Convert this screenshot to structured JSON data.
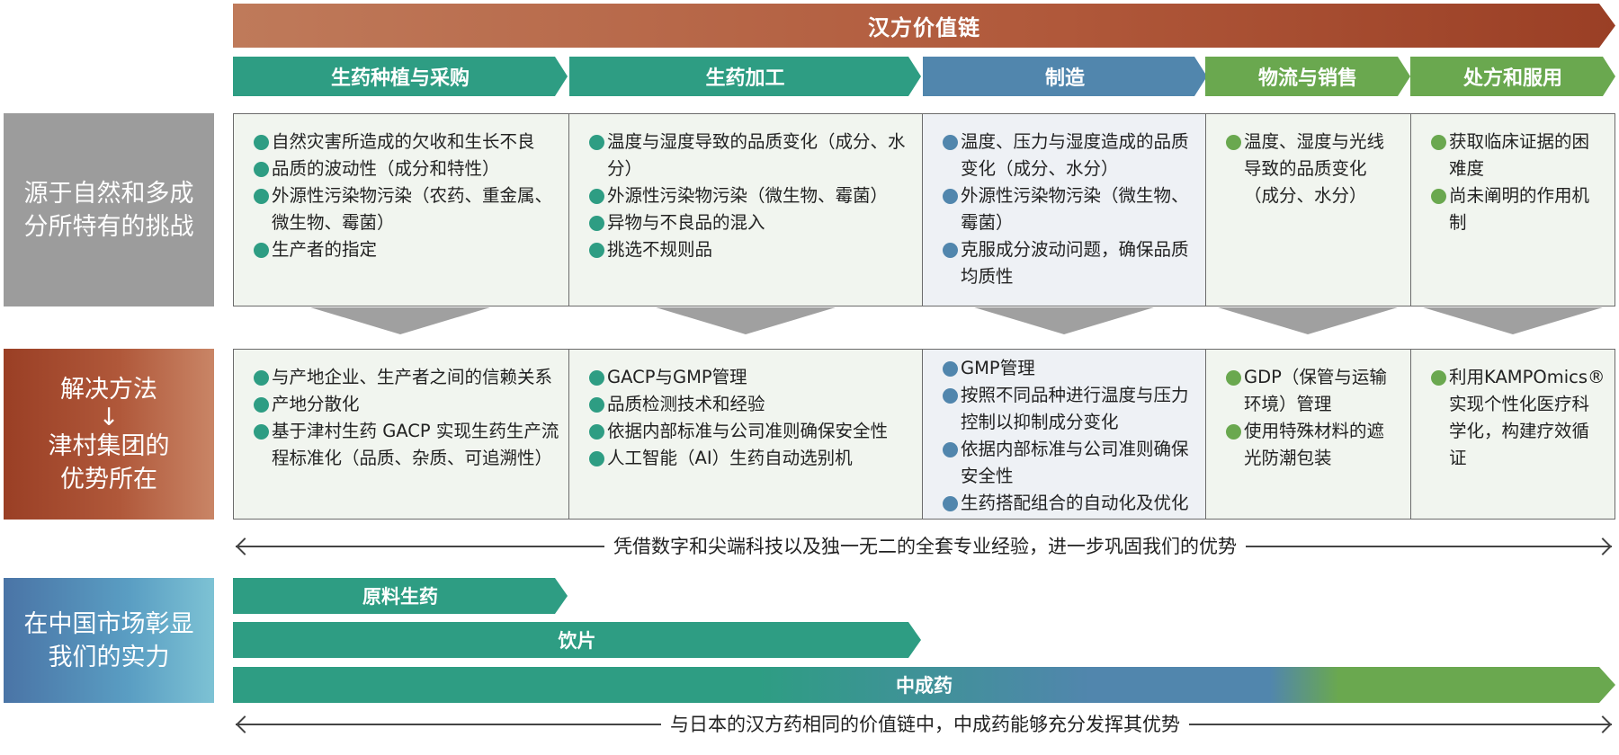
{
  "banner": {
    "title": "汉方价值链"
  },
  "stages": [
    "生药种植与采购",
    "生药加工",
    "制造",
    "物流与销售",
    "处方和服用"
  ],
  "left_labels": {
    "challenge": "源于自然和多成分所特有的挑战",
    "solution_line1": "解决方法",
    "solution_arrow": "↓",
    "solution_line2": "津村集团的优势所在",
    "china": "在中国市场彰显我们的实力"
  },
  "challenges": [
    [
      "自然灾害所造成的欠收和生长不良",
      "品质的波动性（成分和特性）",
      "外源性污染物污染（农药、重金属、微生物、霉菌）",
      "生产者的指定"
    ],
    [
      "温度与湿度导致的品质变化（成分、水分）",
      "外源性污染物污染（微生物、霉菌）",
      "异物与不良品的混入",
      "挑选不规则品"
    ],
    [
      "温度、压力与湿度造成的品质变化（成分、水分）",
      "外源性污染物污染（微生物、霉菌）",
      "克服成分波动问题，确保品质均质性"
    ],
    [
      "温度、湿度与光线导致的品质变化（成分、水分）"
    ],
    [
      "获取临床证据的困难度",
      "尚未阐明的作用机制"
    ]
  ],
  "solutions": [
    [
      "与产地企业、生产者之间的信赖关系",
      "产地分散化",
      "基于津村生药 GACP 实现生药生产流程标准化（品质、杂质、可追溯性）"
    ],
    [
      "GACP与GMP管理",
      "品质检测技术和经验",
      "依据内部标准与公司准则确保安全性",
      "人工智能（AI）生药自动选别机"
    ],
    [
      "GMP管理",
      "按照不同品种进行温度与压力控制以抑制成分变化",
      "依据内部标准与公司准则确保安全性",
      "生药搭配组合的自动化及优化"
    ],
    [
      "GDP（保管与运输环境）管理",
      "使用特殊材料的遮光防潮包装"
    ],
    [
      "利用KAMPOmics®实现个性化医疗科学化，构建疗效循证"
    ]
  ],
  "caption1": "凭借数字和尖端科技以及独一无二的全套专业经验，进一步巩固我们的优势",
  "products": {
    "raw": "原料生药",
    "slice": "饮片",
    "tcm": "中成药"
  },
  "caption2": "与日本的汉方药相同的价值链中，中成药能够充分发挥其优势",
  "colors": {
    "teal": "#2e9d83",
    "blue": "#5186ad",
    "green": "#6aa84f",
    "brown": "#b0583a",
    "gray": "#9c9c9c"
  }
}
